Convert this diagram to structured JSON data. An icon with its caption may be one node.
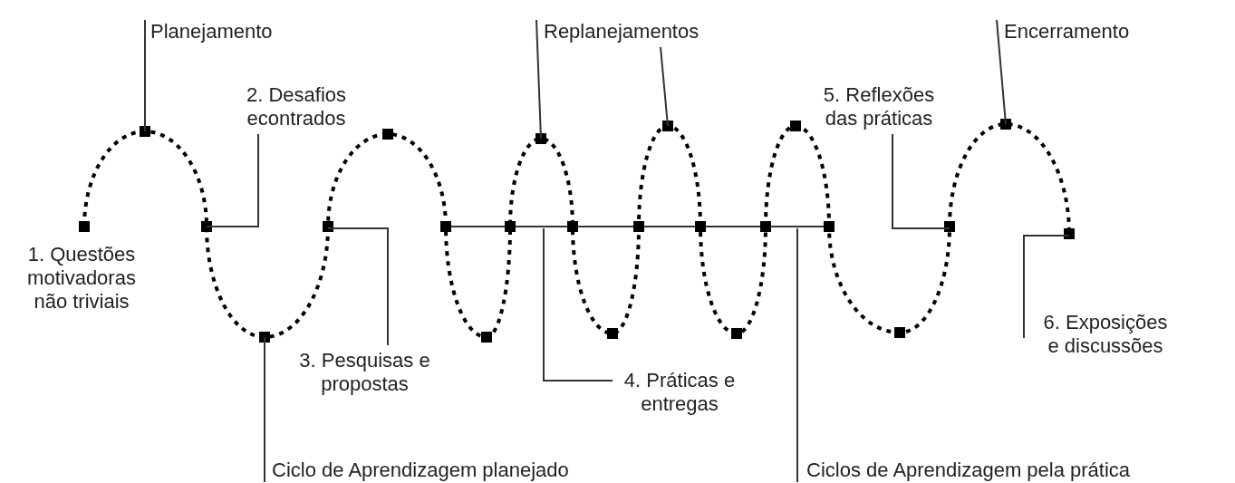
{
  "diagram": {
    "nodes": [
      {
        "text": [
          "Planejamento"
        ]
      },
      {
        "text": [
          "2. Desafios econtrados"
        ]
      },
      {
        "text": [
          "Replanejamentos"
        ]
      },
      {
        "text": [
          "Encerramento"
        ]
      },
      {
        "text": [
          "5. Reflexões das práticas"
        ]
      },
      {
        "text": [
          "3. Pesquisas e propostas"
        ]
      },
      {
        "text": [
          "4. Práticas e entregas"
        ]
      },
      {
        "text": [
          "6. Exposições e discussões"
        ]
      },
      {
        "text": [
          "Ciclo de Aprendizagem planejado"
        ]
      },
      {
        "text": [
          "Ciclos de Aprendizagem pela prática"
        ]
      }
    ],
    "edges": [
      {
        "from": 0,
        "to": null,
        "arrow": "none"
      },
      {
        "from": 1,
        "to": null,
        "arrow": "none"
      },
      {
        "from": 2,
        "to": null,
        "arrow": "none"
      },
      {
        "from": 2,
        "to": null,
        "arrow": "none"
      },
      {
        "from": 3,
        "to": null,
        "arrow": "none"
      },
      {
        "from": 4,
        "to": null,
        "arrow": "none"
      },
      {
        "from": 5,
        "to": null,
        "arrow": "none"
      },
      {
        "from": 6,
        "to": null,
        "arrow": "none"
      },
      {
        "from": 7,
        "to": null,
        "arrow": "none"
      },
      {
        "from": 8,
        "to": null,
        "arrow": "none"
      },
      {
        "from": 9,
        "to": null,
        "arrow": "none"
      }
    ],
    "labels": [
      "1. Questões motivadoras não triviais"
    ]
  }
}
